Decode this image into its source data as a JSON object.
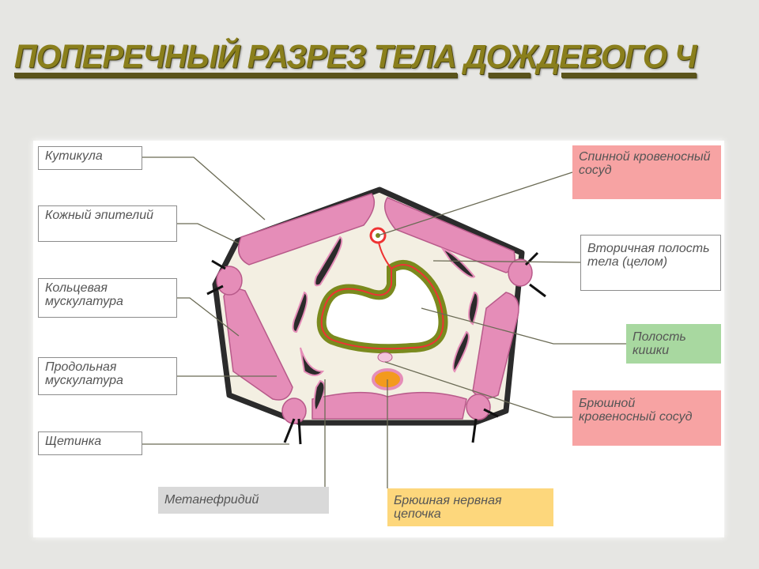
{
  "title": "ПОПЕРЕЧНЫЙ РАЗРЕЗ ТЕЛА ДОЖДЕВОГО Ч",
  "labels": {
    "cuticle": "Кутикула",
    "epithelium": "Кожный эпителий",
    "circular_muscle": "Кольцевая мускулатура",
    "longitudinal_muscle": "Продольная мускулатура",
    "seta": "Щетинка",
    "metanephridium": "Метанефридий",
    "nerve_cord": "Брюшная нервная цепочка",
    "dorsal_vessel": "Спинной кровеносный сосуд",
    "coelom": "Вторичная полость тела (целом)",
    "gut_cavity": "Полость кишки",
    "ventral_vessel": "Брюшной кровеносный сосуд"
  },
  "colors": {
    "red_label": "#f7a3a3",
    "green_label": "#a8d8a0",
    "yellow_label": "#fdd77c",
    "gray_label": "#d9d9d9",
    "muscle": "#e58db8"
  }
}
